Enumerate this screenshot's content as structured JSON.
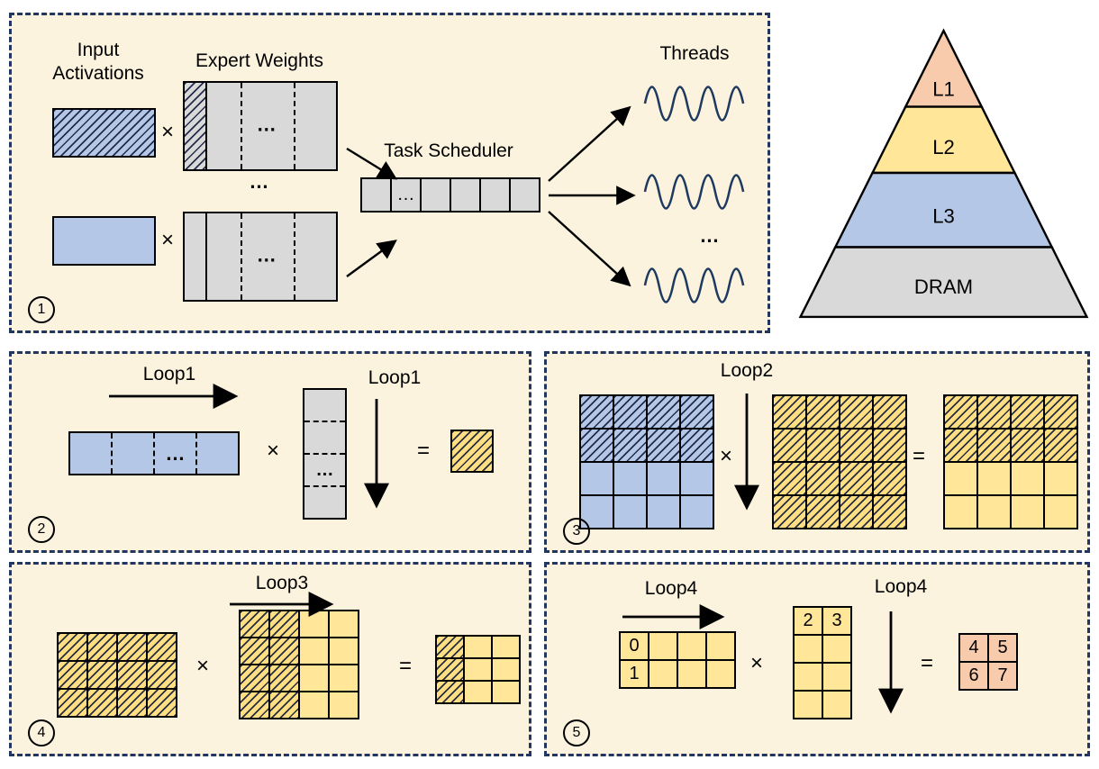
{
  "colors": {
    "panel_background": "#FBF3DE",
    "dashed_border": "#23365f",
    "blue": "#B4C7E7",
    "yellow": "#FFE699",
    "salmon": "#F8CBAD",
    "gray": "#D9D9D9",
    "wave": "#1f3a5f"
  },
  "panel1": {
    "number": "1",
    "input_activations_label": "Input Activations",
    "expert_weights_label": "Expert Weights",
    "task_scheduler_label": "Task Scheduler",
    "threads_label": "Threads",
    "times": "×",
    "ellipsis": "…",
    "queue_grid": {
      "cols": 6,
      "rows": 1,
      "cw": 33,
      "ch": 37,
      "cells": [
        "g",
        "g:…",
        "g",
        "g",
        "g",
        "g"
      ]
    }
  },
  "pyramid": {
    "levels": [
      {
        "label": "L1",
        "color": "#F8CBAD"
      },
      {
        "label": "L2",
        "color": "#FFE699"
      },
      {
        "label": "L3",
        "color": "#B4C7E7"
      },
      {
        "label": "DRAM",
        "color": "#D9D9D9"
      }
    ]
  },
  "panel2": {
    "number": "2",
    "loop_label_h": "Loop1",
    "loop_label_v": "Loop1",
    "times": "×",
    "equals": "=",
    "ellipsis": "…",
    "result_grid": {
      "cols": 1,
      "rows": 1,
      "cw": 46,
      "ch": 46,
      "cells": [
        "hy"
      ]
    }
  },
  "panel3": {
    "number": "3",
    "loop_label": "Loop2",
    "times": "×",
    "equals": "=",
    "a_grid": {
      "cols": 4,
      "rows": 4,
      "cw": 37,
      "ch": 37,
      "cells": [
        "hb",
        "hb",
        "hb",
        "hb",
        "hb",
        "hb",
        "hb",
        "hb",
        "b",
        "b",
        "b",
        "b",
        "b",
        "b",
        "b",
        "b"
      ]
    },
    "b_grid": {
      "cols": 4,
      "rows": 4,
      "cw": 37,
      "ch": 37,
      "cells": [
        "hy",
        "hy",
        "hy",
        "hy",
        "hy",
        "hy",
        "hy",
        "hy",
        "hy",
        "hy",
        "hy",
        "hy",
        "hy",
        "hy",
        "hy",
        "hy"
      ]
    },
    "c_grid": {
      "cols": 4,
      "rows": 4,
      "cw": 37,
      "ch": 37,
      "cells": [
        "hy",
        "hy",
        "hy",
        "hy",
        "hy",
        "hy",
        "hy",
        "hy",
        "y",
        "y",
        "y",
        "y",
        "y",
        "y",
        "y",
        "y"
      ]
    }
  },
  "panel4": {
    "number": "4",
    "loop_label": "Loop3",
    "times": "×",
    "equals": "=",
    "a_grid": {
      "cols": 4,
      "rows": 3,
      "cw": 33,
      "ch": 31,
      "cells": [
        "hy",
        "hy",
        "hy",
        "hy",
        "hy",
        "hy",
        "hy",
        "hy",
        "hy",
        "hy",
        "hy",
        "hy"
      ]
    },
    "b_grid": {
      "cols": 4,
      "rows": 4,
      "cw": 33,
      "ch": 30,
      "cells": [
        "hy",
        "hy",
        "y",
        "y",
        "hy",
        "hy",
        "y",
        "y",
        "hy",
        "hy",
        "y",
        "y",
        "hy",
        "hy",
        "y",
        "y"
      ]
    },
    "c_grid": {
      "cols": 3,
      "rows": 3,
      "cw": 31,
      "ch": 25,
      "cells": [
        "hy",
        "y",
        "y",
        "hy",
        "y",
        "y",
        "hy",
        "y",
        "y"
      ]
    }
  },
  "panel5": {
    "number": "5",
    "loop_label_h": "Loop4",
    "loop_label_v": "Loop4",
    "times": "×",
    "equals": "=",
    "a_grid": {
      "cols": 4,
      "rows": 2,
      "cw": 32,
      "ch": 31,
      "cells": [
        "y:0",
        "y",
        "y",
        "y",
        "y:1",
        "y",
        "y",
        "y"
      ]
    },
    "b_grid": {
      "cols": 2,
      "rows": 4,
      "cw": 32,
      "ch": 31,
      "cells": [
        "y:2",
        "y:3",
        "y",
        "y",
        "y",
        "y",
        "y",
        "y"
      ]
    },
    "c_grid": {
      "cols": 2,
      "rows": 2,
      "cw": 32,
      "ch": 31,
      "cells": [
        "s:4",
        "s:5",
        "s:6",
        "s:7"
      ]
    }
  }
}
